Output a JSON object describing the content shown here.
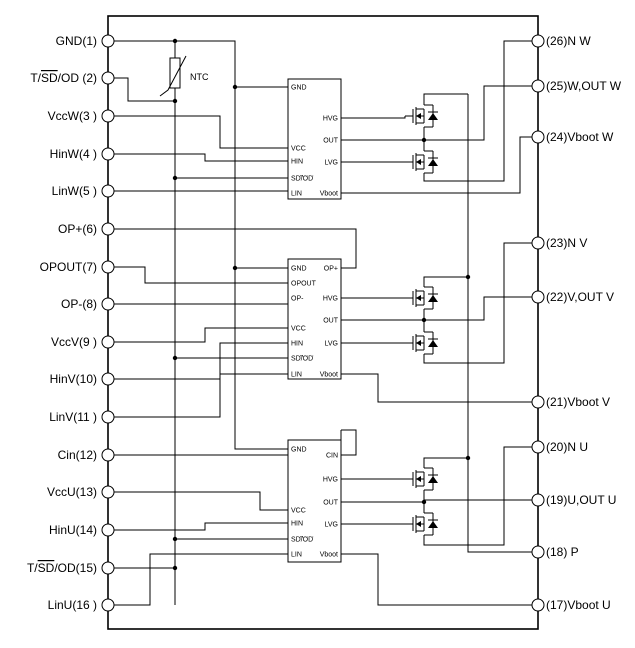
{
  "left_pins": [
    {
      "text": "GND(1)"
    },
    {
      "text": "T/SD/OD (2)",
      "parts": [
        "T/",
        "SD",
        "/OD (2)"
      ]
    },
    {
      "text": "VccW(3 )"
    },
    {
      "text": "HinW(4 )"
    },
    {
      "text": "LinW(5 )"
    },
    {
      "text": "OP+(6)"
    },
    {
      "text": "OPOUT(7)"
    },
    {
      "text": "OP-(8)"
    },
    {
      "text": "VccV(9 )"
    },
    {
      "text": "HinV(10)"
    },
    {
      "text": "LinV(11 )"
    },
    {
      "text": "Cin(12)"
    },
    {
      "text": "VccU(13)"
    },
    {
      "text": "HinU(14)"
    },
    {
      "text": "T/SD/OD(15)",
      "parts": [
        "T/",
        "SD",
        "/OD(15)"
      ]
    },
    {
      "text": "LinU(16 )"
    }
  ],
  "right_pins": [
    "(26)N W",
    "(25)W,OUT W",
    "(24)Vboot W",
    "(23)N V",
    "(22)V,OUT V",
    "(21)Vboot V",
    "(20)N U",
    "(19)U,OUT U",
    "(18) P",
    "(17)Vboot U"
  ],
  "ntc_label": "NTC",
  "ic_w": {
    "left": [
      "GND",
      "VCC",
      "HIN",
      "SD/OD",
      "LIN"
    ],
    "right": [
      "HVG",
      "OUT",
      "LVG",
      "Vboot"
    ]
  },
  "ic_v": {
    "left": [
      "GND",
      "OPOUT",
      "OP-",
      "VCC",
      "HIN",
      "SD/OD",
      "LIN"
    ],
    "right": [
      "OP+",
      "HVG",
      "OUT",
      "LVG",
      "Vboot"
    ]
  },
  "ic_u": {
    "left": [
      "GND",
      "VCC",
      "HIN",
      "SD/OD",
      "LIN"
    ],
    "right": [
      "CIN",
      "HVG",
      "OUT",
      "LVG",
      "Vboot"
    ]
  }
}
